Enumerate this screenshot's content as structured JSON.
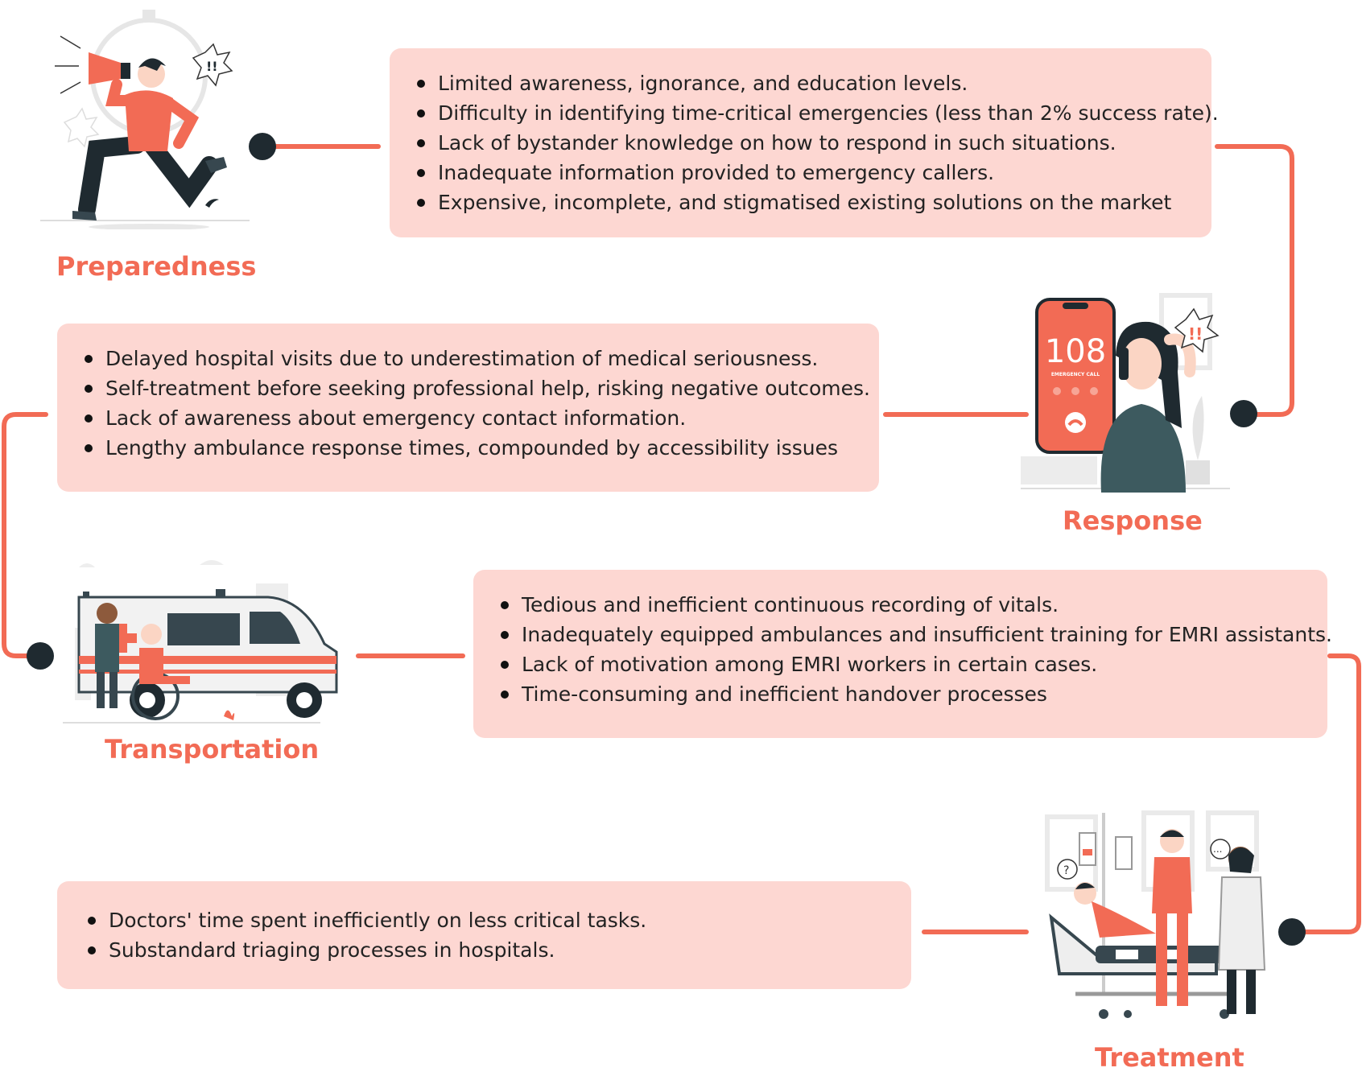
{
  "colors": {
    "accent": "#f26b55",
    "box_fill": "#fdd7d2",
    "node": "#1f2a30",
    "text": "#222222"
  },
  "stages": [
    {
      "label": "Preparedness",
      "points": [
        "Limited awareness, ignorance, and education levels.",
        "Difficulty in identifying time-critical emergencies (less than 2% success rate).",
        "Lack of bystander knowledge on how to respond in such situations.",
        "Inadequate information provided to emergency callers.",
        "Expensive, incomplete, and stigmatised existing solutions on the market"
      ],
      "icon": "running-man-megaphone-illustration"
    },
    {
      "label": "Response",
      "points": [
        "Delayed hospital visits due to underestimation of medical seriousness.",
        "Self-treatment before seeking professional help, risking negative outcomes.",
        "Lack of awareness about emergency contact information.",
        "Lengthy ambulance response times, compounded by accessibility issues"
      ],
      "icon": "emergency-call-illustration",
      "phone": {
        "number": "108",
        "caption": "EMERGENCY CALL"
      }
    },
    {
      "label": "Transportation",
      "points": [
        "Tedious and inefficient continuous recording of vitals.",
        "Inadequately equipped ambulances and insufficient training for EMRI assistants.",
        "Lack of motivation among EMRI workers in certain cases.",
        "Time-consuming and inefficient handover processes"
      ],
      "icon": "ambulance-illustration"
    },
    {
      "label": "Treatment",
      "points": [
        "Doctors' time spent inefficiently on less critical tasks.",
        "Substandard triaging processes in hospitals."
      ],
      "icon": "hospital-bed-illustration"
    }
  ]
}
